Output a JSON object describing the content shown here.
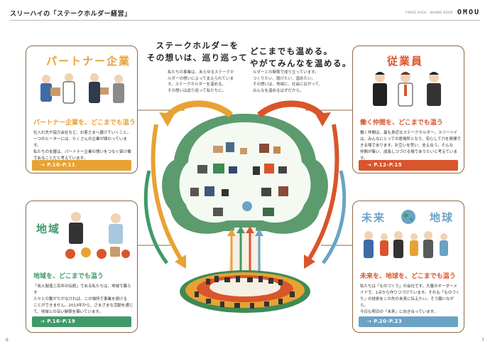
{
  "header": {
    "title": "スリーハイの「ステークホルダー経営」",
    "brand_sub": "THREE HIGH - BRAND BOOK",
    "brand": "OMOU"
  },
  "center": {
    "left_heading": [
      "ステークホルダーを",
      "その想いは、巡り巡って"
    ],
    "left_body": [
      "私たちの事業は、あらゆるステークホ",
      "ルダーの想いによって支えられていま",
      "す。ステークホルダーを温める、",
      "その想いは巡り巡って私たちに。"
    ],
    "right_heading": [
      "どこまでも温める。",
      "やがてみんなを温める。"
    ],
    "right_body": [
      "ルダーとの関係で成り立っています。",
      "つくりたい、届けたい、温めたい。",
      "その想いは、地域に、社会に広がって、",
      "みんなを温めるはずだから。"
    ]
  },
  "cards": {
    "partner": {
      "title": "パートナー企業",
      "heading": "パートナー企業を、どこまでも温う",
      "body": [
        "仕入れ先や協力会社など、お客さまへ届けていくこと。",
        "一つのヒーターには、たくさんの企業が関わっています。",
        "私たちの支援は、パートナー企業の想いをつなぐ架け橋",
        "であることだと考えています。"
      ],
      "pill": "→ P.10-P.11"
    },
    "employee": {
      "title": "従業員",
      "heading": "働く仲間を、どこまでも温う",
      "body": [
        "働く仲間は、最も身近なステークホルダー。スリーハイ",
        "は、みんなにとっての居場所となり、安心して力を発揮で",
        "きる場であります。お互いを思い、支え合う。そんな",
        "仲間が集い、成長しつづける場でありたいと考えています。"
      ],
      "pill": "→ P.12-P.15"
    },
    "region": {
      "title": "地域",
      "heading": "地域を、どこまでも温う",
      "body": [
        "「炭火製造二百年の伝統」である私たちは、地域で暮らす",
        "人々との繋がりがなければ、この場所で事業を続ける",
        "ことができません。2013年から、さまざまな活動を通じ",
        "て、地域との深い関係を築いています。"
      ],
      "pill": "→ P.16-P.19"
    },
    "future": {
      "title_left": "未来",
      "title_right": "地球",
      "heading": "未来を、地球を、どこまでも温う",
      "body": [
        "私たちは「ものづくり」の会社です。大量のオーダーメ",
        "イドで、1点から作りつづけています。それも「ものづく",
        "り」の技術をこの先の未来に伝えたい。そう願いながら、",
        "今日も明日の「未来」に向き合っています。"
      ],
      "pill": "→ P.20-P.23"
    }
  },
  "pages": {
    "left": "6",
    "right": "7"
  },
  "colors": {
    "partner": "#e8a234",
    "employee": "#d9552b",
    "region": "#3f9a68",
    "future": "#6aa3c4",
    "tree": "#3f8a55",
    "frame": "#8a6a4a"
  }
}
